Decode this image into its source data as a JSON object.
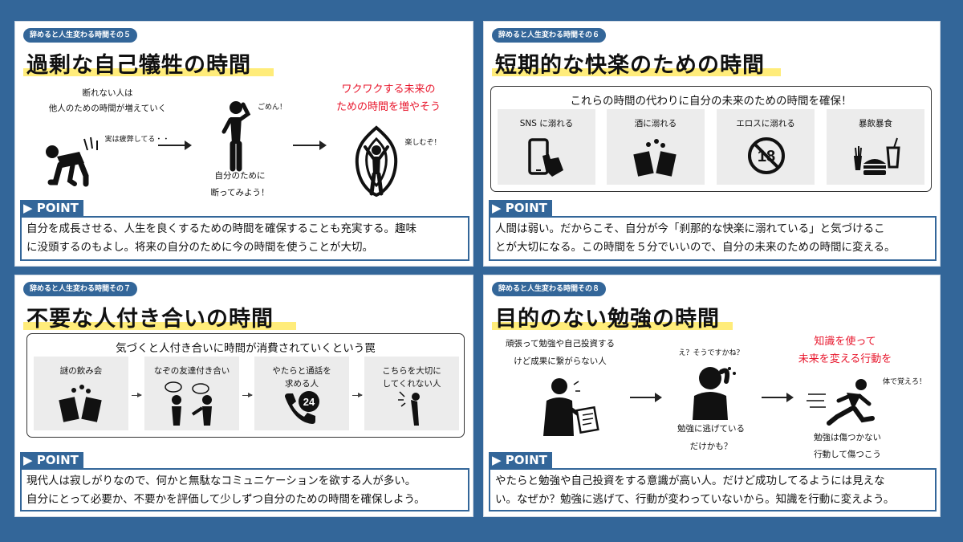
{
  "panel5": {
    "tag": "辞めると人生変わる時間その５",
    "title": "過剰な自己犠牲の時間",
    "left_caption_1": "断れない人は",
    "left_caption_2": "他人のための時間が増えていく",
    "tired_note": "実は疲弊してる・・",
    "sorry_note": "ごめん！",
    "mid_caption_1": "自分のために",
    "mid_caption_2": "断ってみよう！",
    "right_caption_1": "ワクワクする未来の",
    "right_caption_2": "ための時間を増やそう",
    "fun_note": "楽しむぞ！",
    "point_label": "POINT",
    "point_text_1": "自分を成長させる、人生を良くするための時間を確保することも充実する。趣味",
    "point_text_2": "に没頭するのもよし。将来の自分のために今の時間を使うことが大切。"
  },
  "panel6": {
    "tag": "辞めると人生変わる時間その６",
    "title": "短期的な快楽のための時間",
    "frame_heading": "これらの時間の代わりに自分の未来のための時間を確保！",
    "cards": [
      "SNS に溺れる",
      "酒に溺れる",
      "エロスに溺れる",
      "暴飲暴食"
    ],
    "no18_text": "18",
    "point_label": "POINT",
    "point_text_1": "人間は弱い。だからこそ、自分が今「刹那的な快楽に溺れている」と気づけるこ",
    "point_text_2": "とが大切になる。この時間を５分でいいので、自分の未来のための時間に変える。"
  },
  "panel7": {
    "tag": "辞めると人生変わる時間その７",
    "title": "不要な人付き合いの時間",
    "frame_heading": "気づくと人付き合いに時間が消費されていくという罠",
    "cards": [
      "謎の飲み会",
      "なぞの友達付き合い",
      "やたらと通話を\n求める人",
      "こちらを大切に\nしてくれない人"
    ],
    "phone_badge": "24",
    "point_label": "POINT",
    "point_text_1": "現代人は寂しがりなので、何かと無駄なコミュニケーションを欲する人が多い。",
    "point_text_2": "自分にとって必要か、不要かを評価して少しずつ自分のための時間を確保しよう。"
  },
  "panel8": {
    "tag": "辞めると人生変わる時間その８",
    "title": "目的のない勉強の時間",
    "left_caption_1": "頑張って勉強や自己投資する",
    "left_caption_2": "けど成果に繋がらない人",
    "doubt_note": "え？そうですかね？",
    "mid_caption_1": "勉強に逃げている",
    "mid_caption_2": "だけかも？",
    "right_caption_1": "知識を使って",
    "right_caption_2": "未来を変える行動を",
    "body_note": "体で覚えろ！",
    "run_caption_1": "勉強は傷つかない",
    "run_caption_2": "行動して傷つこう",
    "point_label": "POINT",
    "point_text_1": "やたらと勉強や自己投資をする意識が高い人。だけど成功してるようには見えな",
    "point_text_2": "い。なぜか？勉強に逃げて、行動が変わっていないから。知識を行動に変えよう。"
  }
}
